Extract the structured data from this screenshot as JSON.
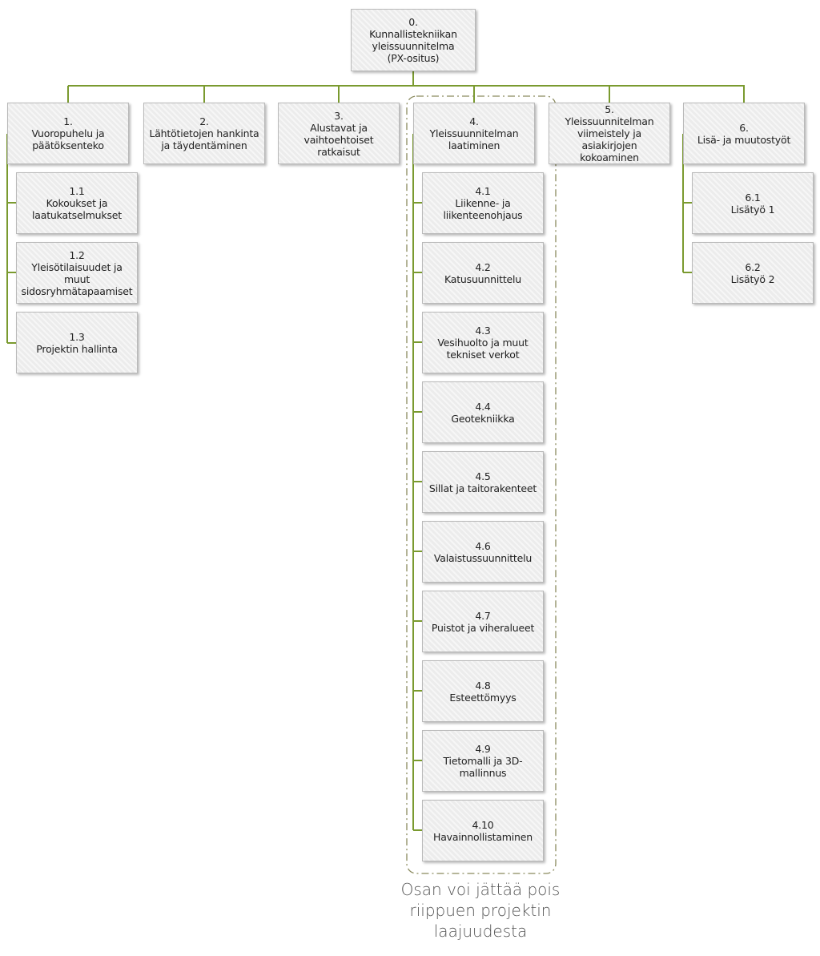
{
  "colors": {
    "connector": "#7a9a2f",
    "dashed_frame": "#8a8a5e",
    "box_fill": "#ececec",
    "box_border": "#b9b9b9"
  },
  "nodes": {
    "root": "0.\nKunnallistekniikan\nyleissuunnitelma\n(PX-ositus)",
    "n1": "1.\nVuoropuhelu ja\npäätöksenteko",
    "n2": "2.\nLähtötietojen hankinta\nja täydentäminen",
    "n3": "3.\nAlustavat ja\nvaihtoehtoiset ratkaisut",
    "n4": "4.\nYleissuunnitelman\nlaatiminen",
    "n5": "5.\nYleissuunnitelman\nviimeistely ja asiakirjojen\nkokoaminen",
    "n6": "6.\nLisä- ja muutostyöt",
    "n1_1": "1.1\nKokoukset ja\nlaatukatselmukset",
    "n1_2": "1.2\nYleisötilaisuudet ja muut\nsidosryhmätapaamiset",
    "n1_3": "1.3\nProjektin hallinta",
    "n4_1": "4.1\nLiikenne- ja\nliikenteenohjaus",
    "n4_2": "4.2\nKatusuunnittelu",
    "n4_3": "4.3\nVesihuolto ja muut\ntekniset verkot",
    "n4_4": "4.4\nGeotekniikka",
    "n4_5": "4.5\nSillat ja taitorakenteet",
    "n4_6": "4.6\nValaistussuunnittelu",
    "n4_7": "4.7\nPuistot ja viheralueet",
    "n4_8": "4.8\nEsteettömyys",
    "n4_9": "4.9\nTietomalli ja 3D-\nmallinnus",
    "n4_10": "4.10\nHavainnollistaminen",
    "n6_1": "6.1\nLisätyö 1",
    "n6_2": "6.2\nLisätyö 2"
  },
  "note": "Osan voi jättää pois\nriippuen projektin\nlaajuudesta"
}
